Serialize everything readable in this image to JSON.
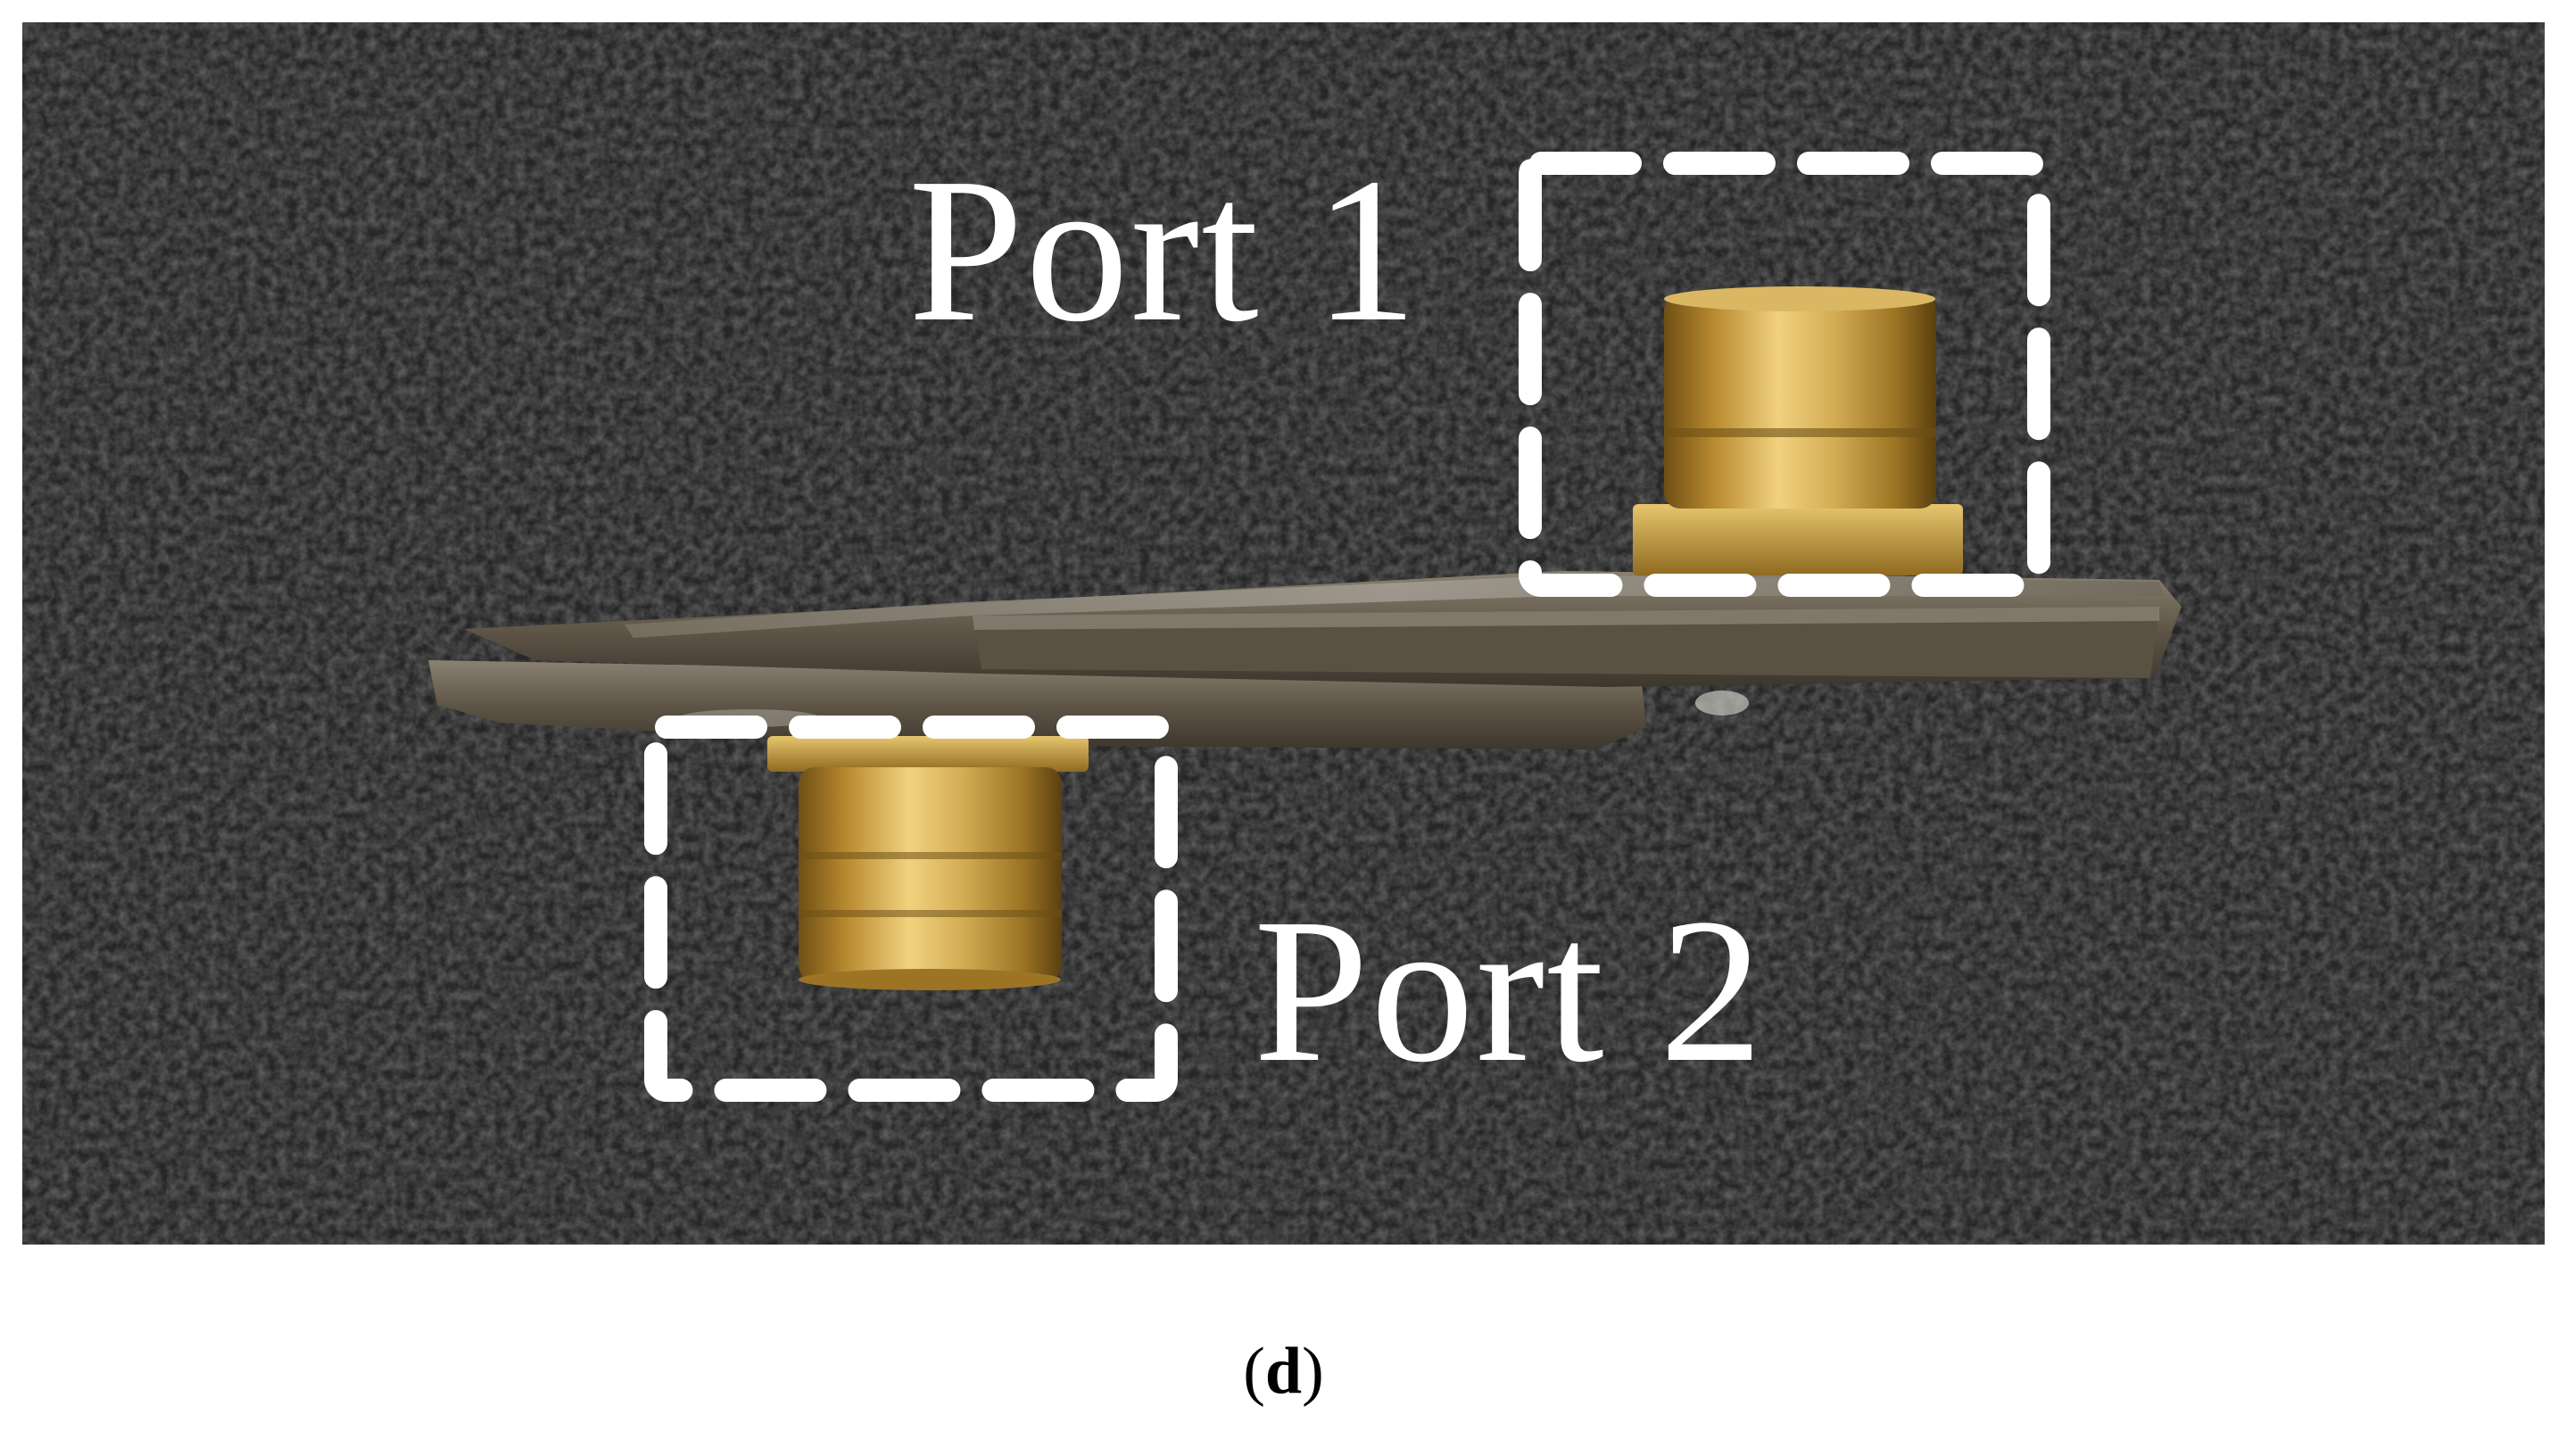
{
  "photo": {
    "port1_label": "Port 1",
    "port2_label": "Port 2"
  },
  "caption": {
    "open": "(",
    "letter": "d",
    "close": ")"
  },
  "colors": {
    "background": "#2a2a2a",
    "board": "#6b6152",
    "connector_gold": "#c9a24a",
    "marker": "#ffffff"
  }
}
